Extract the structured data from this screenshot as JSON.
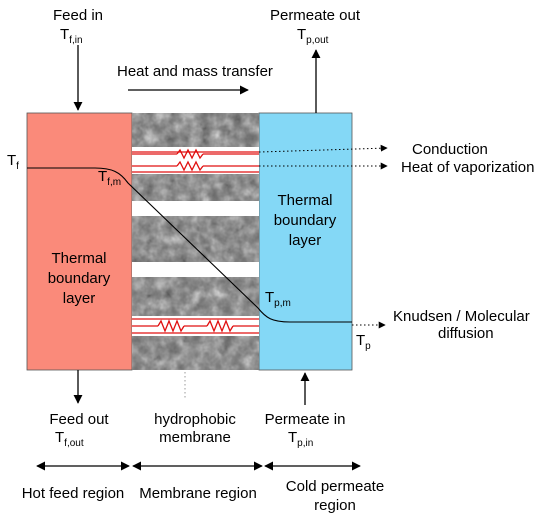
{
  "colors": {
    "hot_side": "#fa8a7a",
    "cold_side": "#84d8f6",
    "membrane_pore": "#ffffff",
    "resistor": "#e01010",
    "profile_line": "#000000"
  },
  "labels": {
    "feed_in": "Feed in",
    "t_feed_in": "T",
    "t_feed_in_sub": "f,in",
    "permeate_out": "Permeate out",
    "t_perm_out": "T",
    "t_perm_out_sub": "p,out",
    "heat_mass": "Heat and mass transfer",
    "conduction": "Conduction",
    "heat_vap": "Heat of vaporization",
    "knudsen_1": "Knudsen / Molecular",
    "knudsen_2": "diffusion",
    "tf": "T",
    "tf_sub": "f",
    "tfm": "T",
    "tfm_sub": "f,m",
    "tpm": "T",
    "tpm_sub": "p,m",
    "tp": "T",
    "tp_sub": "p",
    "hot_thermal": [
      "Thermal",
      "boundary",
      "layer"
    ],
    "cold_thermal": [
      "Thermal",
      "boundary",
      "layer"
    ],
    "feed_out": "Feed out",
    "t_feed_out": "T",
    "t_feed_out_sub": "f,out",
    "membrane_1": "hydrophobic",
    "membrane_2": "membrane",
    "permeate_in": "Permeate in",
    "t_perm_in": "T",
    "t_perm_in_sub": "p,in",
    "hot_region": "Hot feed region",
    "membrane_region": "Membrane region",
    "cold_region_1": "Cold permeate",
    "cold_region_2": "region"
  }
}
